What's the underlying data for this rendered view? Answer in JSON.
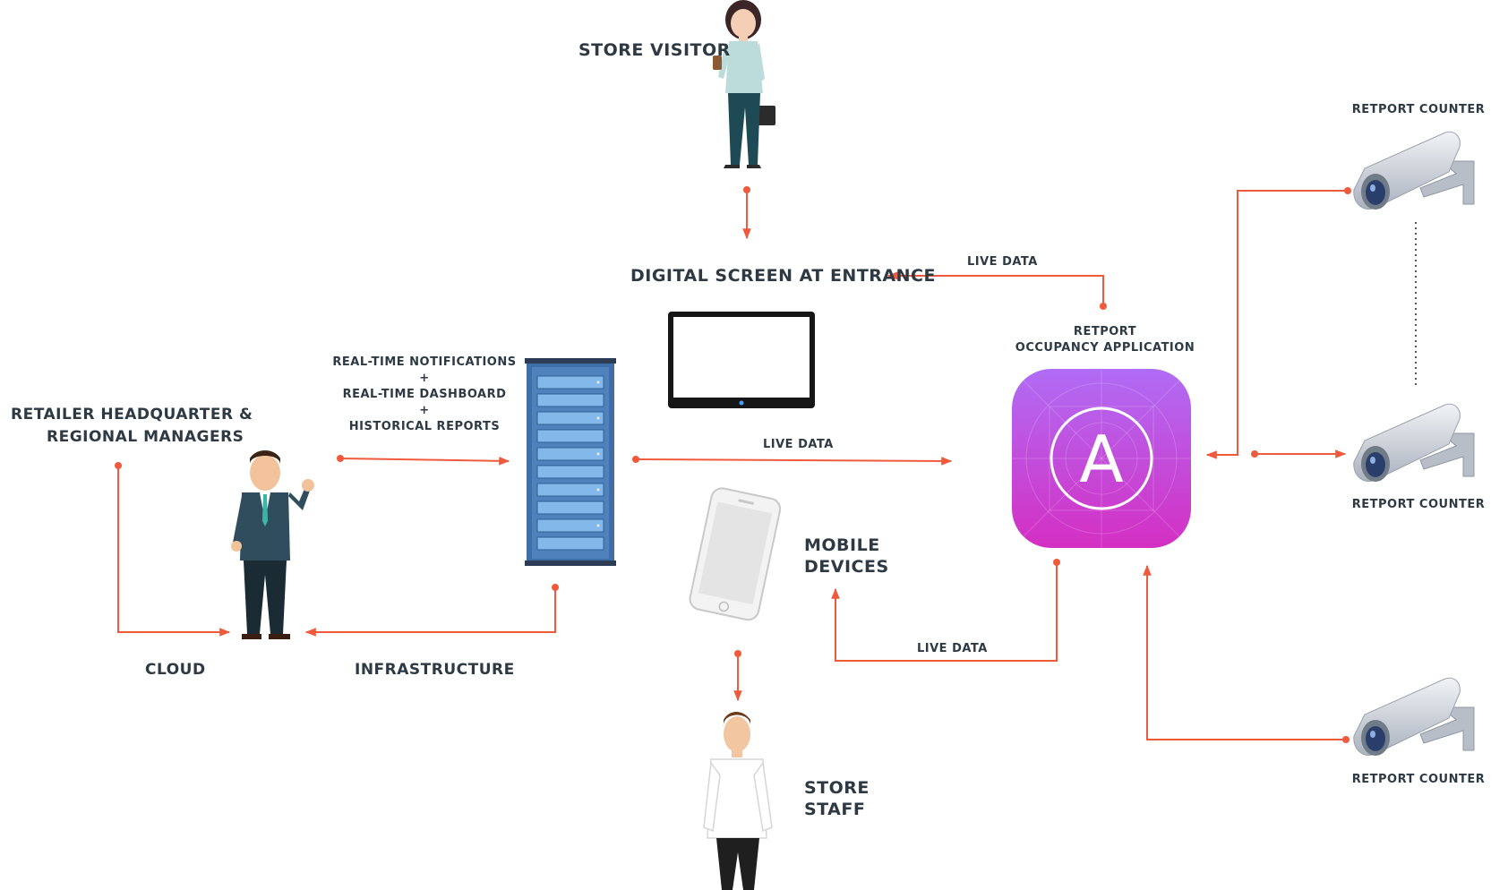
{
  "labels": {
    "store_visitor": "Store Visitor",
    "digital_screen": "Digital Screen at Entrance",
    "live_data_top": "Live Data",
    "retport_app_line1": "RetPort",
    "retport_app_line2": "Occupancy Application",
    "notifications": "Real-time Notifications",
    "plus_1": "+",
    "dashboard": "Real-time Dashboard",
    "plus_2": "+",
    "reports": "Historical Reports",
    "hq_line1": "Retailer Headquarter &",
    "hq_line2": "Regional Managers",
    "live_data_middle": "Live Data",
    "mobile_line1": "Mobile",
    "mobile_line2": "Devices",
    "live_data_bottom": "Live Data",
    "cloud": "Cloud",
    "infrastructure": "Infrastructure",
    "store_staff_line1": "Store",
    "store_staff_line2": "Staff",
    "counter_1": "RetPort Counter",
    "counter_2": "RetPort Counter",
    "counter_3": "RetPort Counter"
  },
  "icons": {
    "app": "A",
    "visitor": "woman-visitor-icon",
    "manager": "businessman-icon",
    "staff": "store-staff-icon",
    "server": "server-rack-icon",
    "screen": "monitor-icon",
    "phone": "smartphone-icon",
    "camera": "security-camera-icon"
  },
  "colors": {
    "connector": "#f05a3c",
    "text": "#2d3a44",
    "app_gradient_top": "#b06cf5",
    "app_gradient_bottom": "#d42fc2",
    "server_blue": "#3f6fa8"
  }
}
